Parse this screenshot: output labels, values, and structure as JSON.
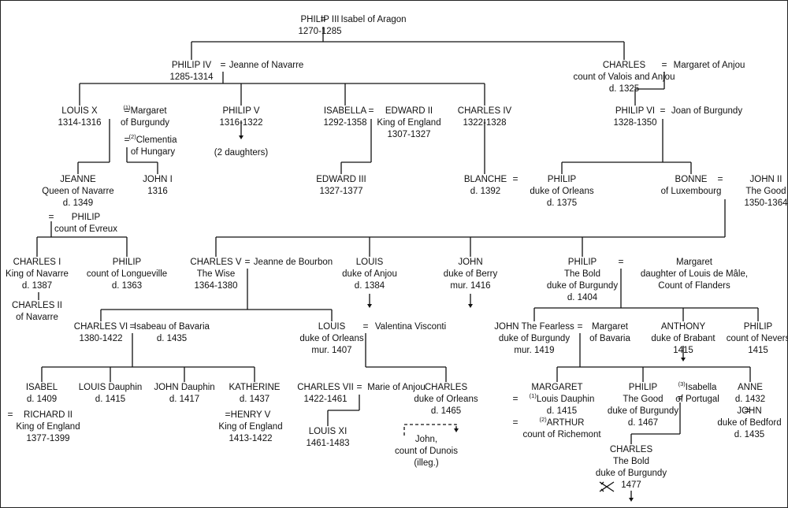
{
  "eq_sign": "=",
  "persons": [
    {
      "id": "philip3",
      "lines": [
        "PHILIP III",
        "1270-1285"
      ]
    },
    {
      "id": "isabel-aragon",
      "lines": [
        "Isabel of Aragon"
      ]
    },
    {
      "id": "philip4",
      "lines": [
        "PHILIP IV",
        "1285-1314"
      ]
    },
    {
      "id": "jeanne-navarre",
      "lines": [
        "Jeanne of Navarre"
      ]
    },
    {
      "id": "charles-valois",
      "lines": [
        "CHARLES",
        "count of Valois and Anjou",
        "d. 1325"
      ]
    },
    {
      "id": "margaret-anjou",
      "lines": [
        "Margaret of Anjou"
      ]
    },
    {
      "id": "louis10",
      "lines": [
        "LOUIS X",
        "1314-1316"
      ]
    },
    {
      "id": "margaret-burgundy",
      "sup": "(1)",
      "lines": [
        "Margaret",
        "of Burgundy"
      ]
    },
    {
      "id": "clementia",
      "sup": "(2)",
      "lines": [
        "Clementia",
        "of Hungary"
      ]
    },
    {
      "id": "philip5",
      "lines": [
        "PHILIP V",
        "1316-1322"
      ]
    },
    {
      "id": "two-daughters",
      "lines": [
        "(2 daughters)"
      ]
    },
    {
      "id": "isabella",
      "lines": [
        "ISABELLA",
        "1292-1358"
      ]
    },
    {
      "id": "edward2",
      "lines": [
        "EDWARD II",
        "King of England",
        "1307-1327"
      ]
    },
    {
      "id": "charles4",
      "lines": [
        "CHARLES IV",
        "1322-1328"
      ]
    },
    {
      "id": "philip6",
      "lines": [
        "PHILIP VI",
        "1328-1350"
      ]
    },
    {
      "id": "joan-burgundy",
      "lines": [
        "Joan of Burgundy"
      ]
    },
    {
      "id": "jeanne-queen",
      "lines": [
        "JEANNE",
        "Queen of Navarre",
        "d. 1349"
      ]
    },
    {
      "id": "john1",
      "lines": [
        "JOHN I",
        "1316"
      ]
    },
    {
      "id": "edward3",
      "lines": [
        "EDWARD III",
        "1327-1377"
      ]
    },
    {
      "id": "blanche",
      "lines": [
        "BLANCHE",
        "d. 1392"
      ]
    },
    {
      "id": "philip-orleans",
      "lines": [
        "PHILIP",
        "duke of Orleans",
        "d. 1375"
      ]
    },
    {
      "id": "bonne",
      "lines": [
        "BONNE",
        "of Luxembourg"
      ]
    },
    {
      "id": "john2",
      "lines": [
        "JOHN II",
        "The Good",
        "1350-1364"
      ]
    },
    {
      "id": "philip-evreux",
      "lines": [
        "PHILIP",
        "count of Evreux"
      ]
    },
    {
      "id": "charles1-navarre",
      "lines": [
        "CHARLES I",
        "King of Navarre",
        "d. 1387"
      ]
    },
    {
      "id": "charles2-navarre",
      "lines": [
        "CHARLES II",
        "of Navarre"
      ]
    },
    {
      "id": "philip-longueville",
      "lines": [
        "PHILIP",
        "count of Longueville",
        "d. 1363"
      ]
    },
    {
      "id": "charles5",
      "lines": [
        "CHARLES V",
        "The Wise",
        "1364-1380"
      ]
    },
    {
      "id": "jeanne-bourbon",
      "lines": [
        "Jeanne de Bourbon"
      ]
    },
    {
      "id": "louis-anjou",
      "lines": [
        "LOUIS",
        "duke of Anjou",
        "d. 1384"
      ]
    },
    {
      "id": "john-berry",
      "lines": [
        "JOHN",
        "duke of Berry",
        "mur. 1416"
      ]
    },
    {
      "id": "philip-bold",
      "lines": [
        "PHILIP",
        "The Bold",
        "duke of Burgundy",
        "d. 1404"
      ]
    },
    {
      "id": "margaret-male",
      "lines": [
        "Margaret",
        "daughter of Louis de Mâle,",
        "Count of Flanders"
      ]
    },
    {
      "id": "charles6",
      "lines": [
        "CHARLES VI",
        "1380-1422"
      ]
    },
    {
      "id": "isabeau",
      "lines": [
        "Isabeau of Bavaria",
        "d. 1435"
      ]
    },
    {
      "id": "louis-orleans",
      "lines": [
        "LOUIS",
        "duke of Orleans",
        "mur. 1407"
      ]
    },
    {
      "id": "valentina",
      "lines": [
        "Valentina Visconti"
      ]
    },
    {
      "id": "john-fearless",
      "lines": [
        "JOHN The Fearless",
        "duke of Burgundy",
        "mur. 1419"
      ]
    },
    {
      "id": "margaret-bavaria",
      "lines": [
        "Margaret",
        "of Bavaria"
      ]
    },
    {
      "id": "anthony",
      "lines": [
        "ANTHONY",
        "duke of Brabant",
        "1415"
      ]
    },
    {
      "id": "philip-nevers",
      "lines": [
        "PHILIP",
        "count of Nevers",
        "1415"
      ]
    },
    {
      "id": "isabel",
      "lines": [
        "ISABEL",
        "d. 1409"
      ]
    },
    {
      "id": "richard2",
      "lines": [
        "RICHARD II",
        "King of England",
        "1377-1399"
      ]
    },
    {
      "id": "louis-dauphin",
      "lines": [
        "LOUIS Dauphin",
        "d. 1415"
      ]
    },
    {
      "id": "john-dauphin",
      "lines": [
        "JOHN Dauphin",
        "d. 1417"
      ]
    },
    {
      "id": "katherine",
      "lines": [
        "KATHERINE",
        "d. 1437"
      ]
    },
    {
      "id": "henry5",
      "lines": [
        "HENRY V",
        "King of England",
        "1413-1422"
      ]
    },
    {
      "id": "charles7",
      "lines": [
        "CHARLES VII",
        "1422-1461"
      ]
    },
    {
      "id": "marie-anjou",
      "lines": [
        "Marie of Anjou"
      ]
    },
    {
      "id": "louis11",
      "lines": [
        "LOUIS XI",
        "1461-1483"
      ]
    },
    {
      "id": "charles-orleans",
      "lines": [
        "CHARLES",
        "duke of Orleans",
        "d. 1465"
      ]
    },
    {
      "id": "john-dunois",
      "lines": [
        "John,",
        "count of Dunois",
        "(illeg.)"
      ]
    },
    {
      "id": "margaret-b",
      "lines": [
        "MARGARET"
      ]
    },
    {
      "id": "louis-dauphin-2",
      "sup": "(1)",
      "lines": [
        "Louis Dauphin",
        "d. 1415"
      ]
    },
    {
      "id": "arthur",
      "sup": "(2)",
      "lines": [
        "ARTHUR",
        "count of Richemont"
      ]
    },
    {
      "id": "philip-good",
      "lines": [
        "PHILIP",
        "The Good",
        "duke of Burgundy",
        "d. 1467"
      ]
    },
    {
      "id": "isabella-portugal",
      "sup": "(3)",
      "lines": [
        "Isabella",
        "of Portugal"
      ]
    },
    {
      "id": "anne",
      "lines": [
        "ANNE",
        "d. 1432"
      ]
    },
    {
      "id": "john-bedford",
      "lines": [
        "JOHN",
        "duke of Bedford",
        "d. 1435"
      ]
    },
    {
      "id": "charles-bold",
      "lines": [
        "CHARLES",
        "The Bold",
        "duke of Burgundy"
      ]
    },
    {
      "id": "charles-bold-death",
      "lines": [
        "1477"
      ]
    }
  ]
}
